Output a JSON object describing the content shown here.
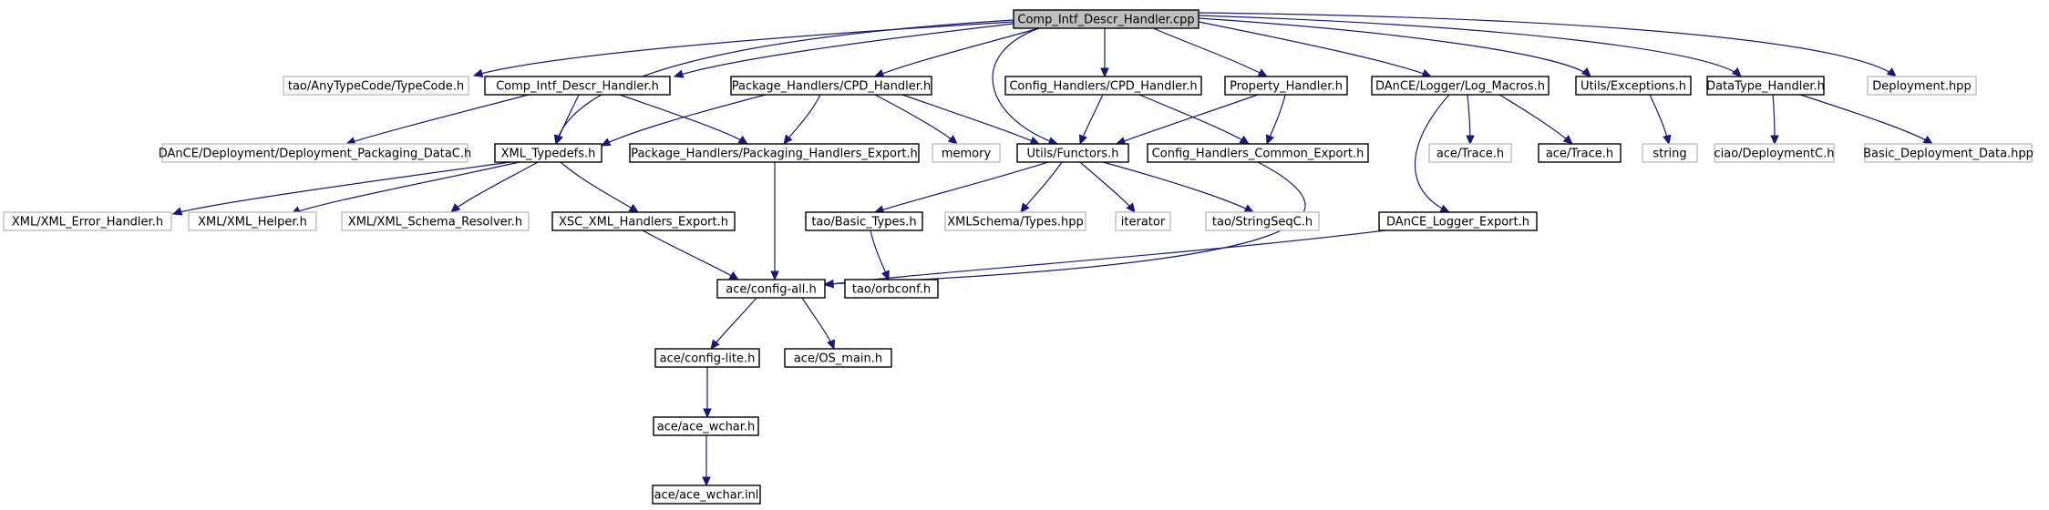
{
  "colors": {
    "edge": "#191970",
    "root_fill": "#bfbfbf",
    "box_border": "#000000",
    "external_border": "#bfbfbf",
    "text": "#000000",
    "background": "#ffffff"
  },
  "nodes": [
    {
      "id": "root",
      "label": "Comp_Intf_Descr_Handler.cpp",
      "kind": "root"
    },
    {
      "id": "typecode",
      "label": "tao/AnyTypeCode/TypeCode.h",
      "kind": "external"
    },
    {
      "id": "cidh",
      "label": "Comp_Intf_Descr_Handler.h",
      "kind": "documented"
    },
    {
      "id": "pkg_cpd",
      "label": "Package_Handlers/CPD_Handler.h",
      "kind": "documented"
    },
    {
      "id": "cfg_cpd",
      "label": "Config_Handlers/CPD_Handler.h",
      "kind": "documented"
    },
    {
      "id": "prop",
      "label": "Property_Handler.h",
      "kind": "documented"
    },
    {
      "id": "logmacros",
      "label": "DAnCE/Logger/Log_Macros.h",
      "kind": "documented"
    },
    {
      "id": "exceptions",
      "label": "Utils/Exceptions.h",
      "kind": "documented"
    },
    {
      "id": "datatype",
      "label": "DataType_Handler.h",
      "kind": "documented"
    },
    {
      "id": "deployment_hpp",
      "label": "Deployment.hpp",
      "kind": "external"
    },
    {
      "id": "dpdatac",
      "label": "DAnCE/Deployment/Deployment_Packaging_DataC.h",
      "kind": "external"
    },
    {
      "id": "xml_typedefs",
      "label": "XML_Typedefs.h",
      "kind": "documented"
    },
    {
      "id": "pkg_export",
      "label": "Package_Handlers/Packaging_Handlers_Export.h",
      "kind": "documented"
    },
    {
      "id": "memory",
      "label": "memory",
      "kind": "external"
    },
    {
      "id": "functors",
      "label": "Utils/Functors.h",
      "kind": "documented"
    },
    {
      "id": "cfg_export",
      "label": "Config_Handlers_Common_Export.h",
      "kind": "documented"
    },
    {
      "id": "ace_trace1",
      "label": "ace/Trace.h",
      "kind": "external"
    },
    {
      "id": "ace_trace2",
      "label": "ace/Trace.h",
      "kind": "documented"
    },
    {
      "id": "string",
      "label": "string",
      "kind": "external"
    },
    {
      "id": "ciao_dc",
      "label": "ciao/DeploymentC.h",
      "kind": "external"
    },
    {
      "id": "basic_dd",
      "label": "Basic_Deployment_Data.hpp",
      "kind": "external"
    },
    {
      "id": "xml_err",
      "label": "XML/XML_Error_Handler.h",
      "kind": "external"
    },
    {
      "id": "xml_helper",
      "label": "XML/XML_Helper.h",
      "kind": "external"
    },
    {
      "id": "xml_resolver",
      "label": "XML/XML_Schema_Resolver.h",
      "kind": "external"
    },
    {
      "id": "xsc_export",
      "label": "XSC_XML_Handlers_Export.h",
      "kind": "documented"
    },
    {
      "id": "basic_types",
      "label": "tao/Basic_Types.h",
      "kind": "documented"
    },
    {
      "id": "xmlschema_types",
      "label": "XMLSchema/Types.hpp",
      "kind": "external"
    },
    {
      "id": "iterator",
      "label": "iterator",
      "kind": "external"
    },
    {
      "id": "stringseqc",
      "label": "tao/StringSeqC.h",
      "kind": "external"
    },
    {
      "id": "logger_export",
      "label": "DAnCE_Logger_Export.h",
      "kind": "documented"
    },
    {
      "id": "config_all",
      "label": "ace/config-all.h",
      "kind": "documented"
    },
    {
      "id": "orbconf",
      "label": "tao/orbconf.h",
      "kind": "documented"
    },
    {
      "id": "config_lite",
      "label": "ace/config-lite.h",
      "kind": "documented"
    },
    {
      "id": "os_main",
      "label": "ace/OS_main.h",
      "kind": "documented"
    },
    {
      "id": "ace_wchar_h",
      "label": "ace/ace_wchar.h",
      "kind": "documented"
    },
    {
      "id": "ace_wchar_inl",
      "label": "ace/ace_wchar.inl",
      "kind": "documented"
    }
  ],
  "edges": [
    {
      "from": "root",
      "to": "typecode"
    },
    {
      "from": "root",
      "to": "cidh"
    },
    {
      "from": "root",
      "to": "pkg_cpd"
    },
    {
      "from": "root",
      "to": "cfg_cpd"
    },
    {
      "from": "root",
      "to": "prop"
    },
    {
      "from": "root",
      "to": "logmacros"
    },
    {
      "from": "root",
      "to": "exceptions"
    },
    {
      "from": "root",
      "to": "datatype"
    },
    {
      "from": "root",
      "to": "deployment_hpp"
    },
    {
      "from": "root",
      "to": "xml_typedefs"
    },
    {
      "from": "root",
      "to": "functors"
    },
    {
      "from": "cidh",
      "to": "dpdatac"
    },
    {
      "from": "cidh",
      "to": "xml_typedefs"
    },
    {
      "from": "cidh",
      "to": "pkg_export"
    },
    {
      "from": "pkg_cpd",
      "to": "xml_typedefs"
    },
    {
      "from": "pkg_cpd",
      "to": "pkg_export"
    },
    {
      "from": "pkg_cpd",
      "to": "memory"
    },
    {
      "from": "pkg_cpd",
      "to": "functors"
    },
    {
      "from": "cfg_cpd",
      "to": "functors"
    },
    {
      "from": "cfg_cpd",
      "to": "cfg_export"
    },
    {
      "from": "prop",
      "to": "functors"
    },
    {
      "from": "prop",
      "to": "cfg_export"
    },
    {
      "from": "logmacros",
      "to": "ace_trace1"
    },
    {
      "from": "logmacros",
      "to": "ace_trace2"
    },
    {
      "from": "logmacros",
      "to": "logger_export"
    },
    {
      "from": "exceptions",
      "to": "string"
    },
    {
      "from": "datatype",
      "to": "ciao_dc"
    },
    {
      "from": "datatype",
      "to": "basic_dd"
    },
    {
      "from": "xml_typedefs",
      "to": "xml_err"
    },
    {
      "from": "xml_typedefs",
      "to": "xml_helper"
    },
    {
      "from": "xml_typedefs",
      "to": "xml_resolver"
    },
    {
      "from": "xml_typedefs",
      "to": "xsc_export"
    },
    {
      "from": "xsc_export",
      "to": "config_all"
    },
    {
      "from": "pkg_export",
      "to": "config_all"
    },
    {
      "from": "functors",
      "to": "basic_types"
    },
    {
      "from": "functors",
      "to": "xmlschema_types"
    },
    {
      "from": "functors",
      "to": "iterator"
    },
    {
      "from": "functors",
      "to": "stringseqc"
    },
    {
      "from": "basic_types",
      "to": "orbconf"
    },
    {
      "from": "cfg_export",
      "to": "config_all"
    },
    {
      "from": "logger_export",
      "to": "config_all"
    },
    {
      "from": "config_all",
      "to": "config_lite"
    },
    {
      "from": "config_all",
      "to": "os_main"
    },
    {
      "from": "config_lite",
      "to": "ace_wchar_h"
    },
    {
      "from": "ace_wchar_h",
      "to": "ace_wchar_inl"
    }
  ]
}
